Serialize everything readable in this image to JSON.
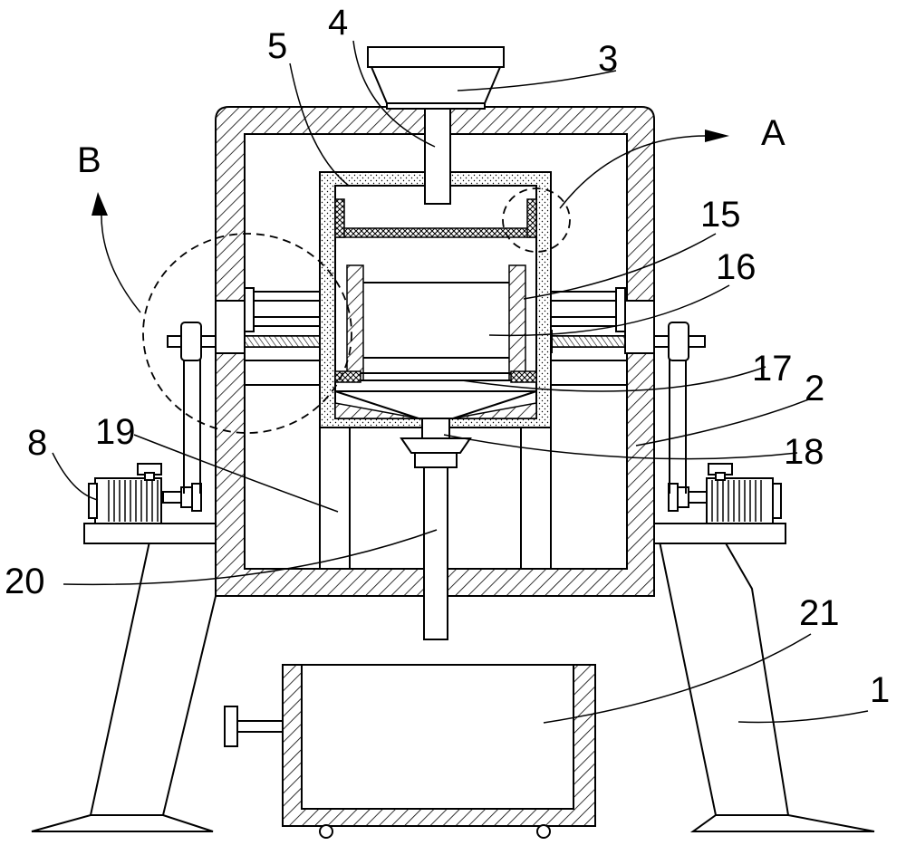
{
  "labels": {
    "l1": "1",
    "l2": "2",
    "l3": "3",
    "l4": "4",
    "l5": "5",
    "l8": "8",
    "l15": "15",
    "l16": "16",
    "l17": "17",
    "l18": "18",
    "l19": "19",
    "l20": "20",
    "l21": "21",
    "lA": "A",
    "lB": "B"
  }
}
